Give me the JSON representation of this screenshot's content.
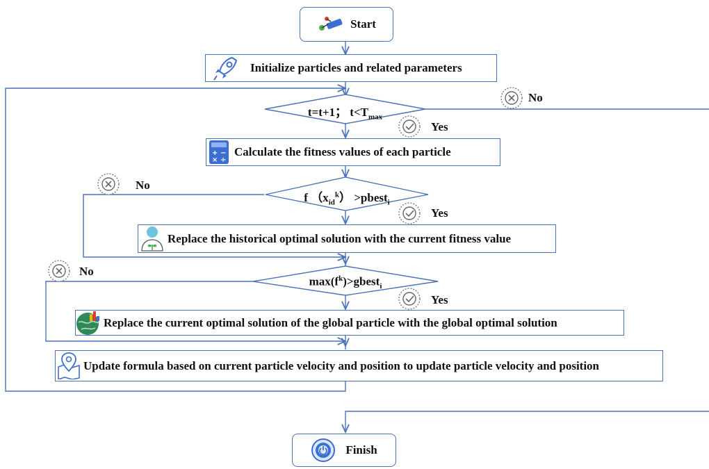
{
  "nodes": {
    "start": "Start",
    "init": "Initialize particles and related parameters",
    "loop_check": {
      "main": "t=t+1； t<T",
      "sub": "max"
    },
    "calc": "Calculate the fitness values of each particle",
    "pbest_check": {
      "a": "f （x",
      "sub1": "id",
      "sup1": "k",
      "b": "） >pbest",
      "sub2": "i"
    },
    "replace_hist": "Replace the historical optimal solution with the current fitness value",
    "gbest_check": {
      "a": "max(f",
      "sup1": "k",
      "b": ")>gbest",
      "sub2": "i"
    },
    "replace_global": "Replace the current optimal solution of the global particle with the global optimal solution",
    "update": "Update formula based on current particle velocity and position to update particle velocity and position",
    "finish": "Finish"
  },
  "branches": {
    "yes": "Yes",
    "no": "No"
  },
  "icons": {
    "start": "network-nodes-icon",
    "init": "rocket-icon",
    "calc": "calculator-icon",
    "replace_hist": "person-plant-icon",
    "replace_global": "globe-chart-icon",
    "update": "map-pin-icon",
    "finish": "power-target-icon",
    "yes": "check-circle-icon",
    "no": "x-circle-icon"
  },
  "colors": {
    "line": "#4a72b8",
    "accent": "#3b6fd1"
  }
}
